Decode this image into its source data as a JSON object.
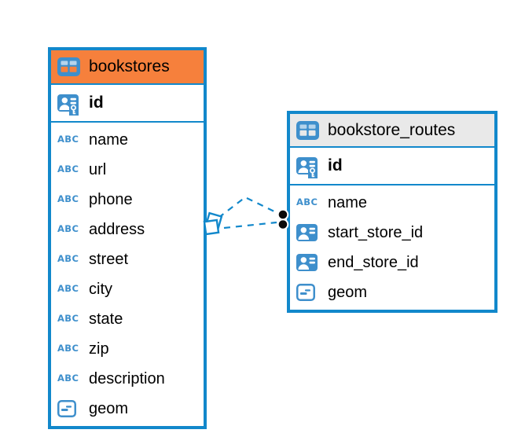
{
  "icons": {
    "abc_glyph": "ABC"
  },
  "diagram": {
    "colors": {
      "accent_blue": "#1288CB",
      "icon_blue": "#3E8FCC",
      "bookstores_header": "#F6803C",
      "routes_header": "#E9E9E9",
      "marker_black": "#0A0A0A",
      "text": "#000000"
    },
    "tables": [
      {
        "name": "bookstores",
        "primary_key": {
          "name": "id"
        },
        "columns": [
          {
            "name": "name",
            "type": "text"
          },
          {
            "name": "url",
            "type": "text"
          },
          {
            "name": "phone",
            "type": "text"
          },
          {
            "name": "address",
            "type": "text"
          },
          {
            "name": "street",
            "type": "text"
          },
          {
            "name": "city",
            "type": "text"
          },
          {
            "name": "state",
            "type": "text"
          },
          {
            "name": "zip",
            "type": "text"
          },
          {
            "name": "description",
            "type": "text"
          },
          {
            "name": "geom",
            "type": "geometry"
          }
        ]
      },
      {
        "name": "bookstore_routes",
        "primary_key": {
          "name": "id"
        },
        "columns": [
          {
            "name": "name",
            "type": "text"
          },
          {
            "name": "start_store_id",
            "type": "reference"
          },
          {
            "name": "end_store_id",
            "type": "reference"
          },
          {
            "name": "geom",
            "type": "geometry"
          }
        ]
      }
    ],
    "relationships": [
      {
        "from_table": "bookstore_routes",
        "from_column": "start_store_id",
        "to_table": "bookstores",
        "to_column": "id",
        "line_style": "dashed"
      },
      {
        "from_table": "bookstore_routes",
        "from_column": "end_store_id",
        "to_table": "bookstores",
        "to_column": "id",
        "line_style": "dashed"
      }
    ]
  }
}
